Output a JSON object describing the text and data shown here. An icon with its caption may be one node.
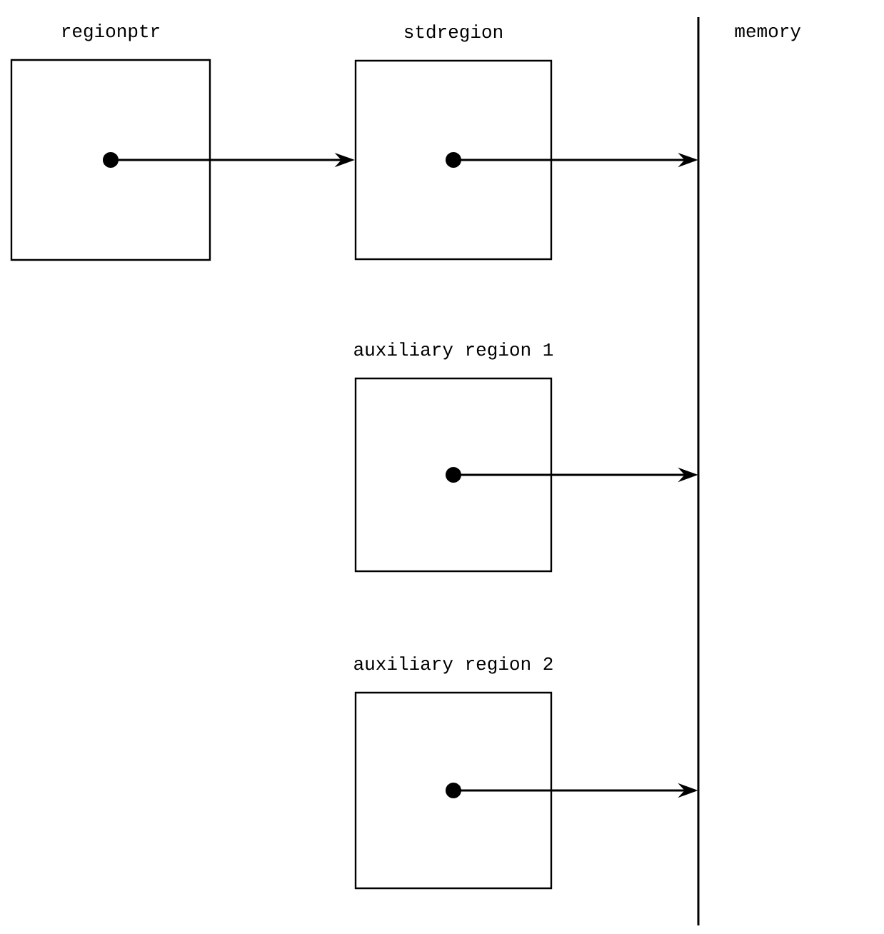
{
  "diagram": {
    "nodes": [
      {
        "text": [
          "regionptr"
        ]
      },
      {
        "text": [
          "stdregion"
        ]
      },
      {
        "text": [
          "auxiliary region 1"
        ]
      },
      {
        "text": [
          "auxiliary region 2"
        ]
      },
      {
        "text": [
          "memory"
        ]
      }
    ],
    "edges": [
      {
        "from": 0,
        "to": 1,
        "arrow": "to"
      },
      {
        "from": 1,
        "to": 4,
        "arrow": "to"
      },
      {
        "from": 2,
        "to": 4,
        "arrow": "to"
      },
      {
        "from": 3,
        "to": 4,
        "arrow": "to"
      }
    ]
  }
}
